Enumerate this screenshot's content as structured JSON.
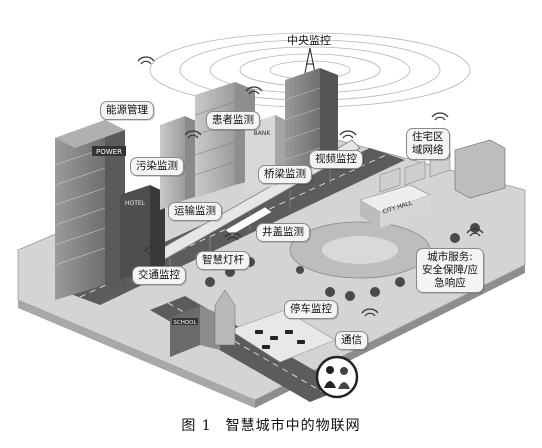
{
  "figure": {
    "caption_number": "图 1",
    "caption_title": "智慧城市中的物联网"
  },
  "labels": {
    "central_monitoring": "中央监控",
    "energy_management": "能源管理",
    "patient_monitoring": "患者监测",
    "pollution_monitoring": "污染监测",
    "bridge_monitoring": "桥梁监测",
    "video_monitoring": "视频监控",
    "residential_network": "住宅区\n域网络",
    "transport_monitoring": "运输监测",
    "manhole_monitoring": "井盖监测",
    "traffic_monitoring": "交通监控",
    "smart_streetlight": "智慧灯杆",
    "city_services": "城市服务:\n安全保障/应\n急响应",
    "parking_monitoring": "停车监控",
    "communication": "通信"
  },
  "signs": {
    "power_building": "POWER",
    "city_hall": "CITY HALL",
    "school": "SCHOOL",
    "bank": "BANK",
    "hotel": "HOTEL"
  }
}
